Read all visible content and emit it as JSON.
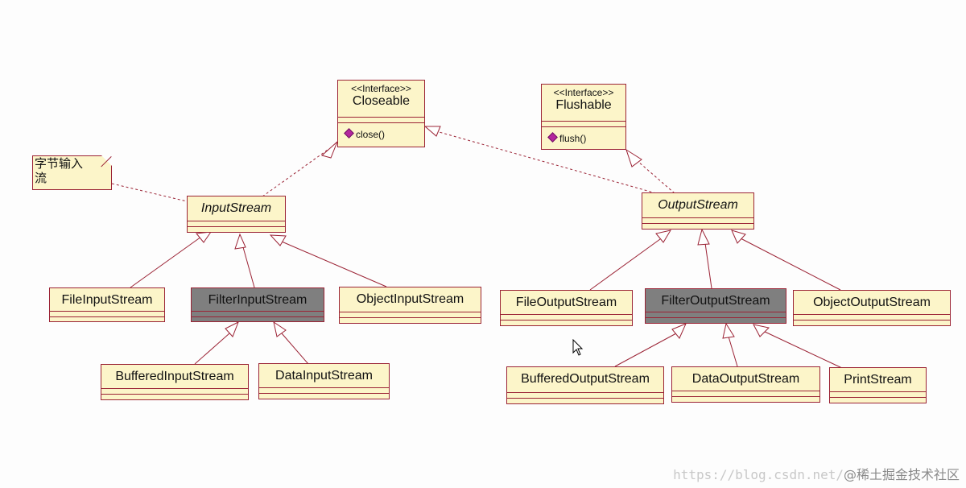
{
  "interfaces": {
    "closeable": {
      "stereotype": "<<Interface>>",
      "name": "Closeable",
      "operation": "close()"
    },
    "flushable": {
      "stereotype": "<<Interface>>",
      "name": "Flushable",
      "operation": "flush()"
    }
  },
  "abstract_classes": {
    "input_stream": "InputStream",
    "output_stream": "OutputStream"
  },
  "input_classes": {
    "file": "FileInputStream",
    "filter": "FilterInputStream",
    "object": "ObjectInputStream",
    "buffered": "BufferedInputStream",
    "data": "DataInputStream"
  },
  "output_classes": {
    "file": "FileOutputStream",
    "filter": "FilterOutputStream",
    "object": "ObjectOutputStream",
    "buffered": "BufferedOutputStream",
    "data": "DataOutputStream",
    "print": "PrintStream"
  },
  "note": {
    "line1": "字节输入",
    "line2": "流"
  },
  "watermark": {
    "url": "https://blog.csdn.net/",
    "handle": "@稀土掘金技术社区"
  },
  "colors": {
    "class_fill": "#fcf5c9",
    "class_border": "#9b2335",
    "highlight_fill": "#7f7f7f",
    "operation_icon": "#b4269e"
  }
}
